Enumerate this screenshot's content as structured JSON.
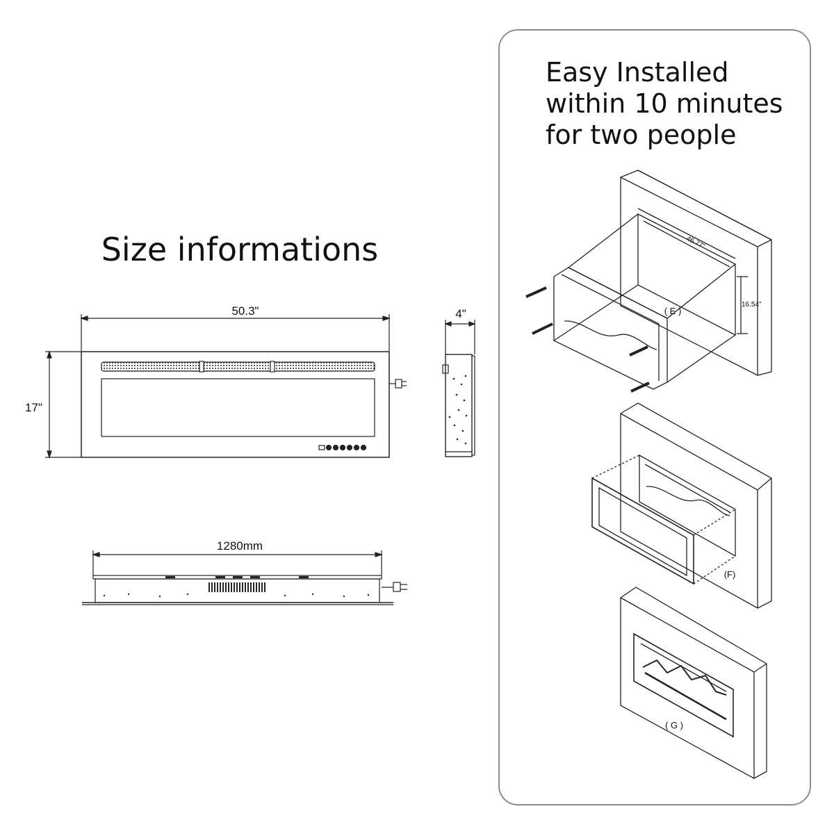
{
  "left": {
    "title": "Size informations",
    "front_view": {
      "width_label": "50.3\"",
      "height_label": "17\""
    },
    "side_view": {
      "depth_label": "4\""
    },
    "top_view": {
      "width_label": "1280mm"
    }
  },
  "right_panel": {
    "lines": [
      "Easy Installed",
      "within 10 minutes",
      "for two people"
    ],
    "step_e": {
      "label": "( E )",
      "opening_width": "46.77\"",
      "opening_height": "16.54\""
    },
    "step_f": {
      "label": "(F)"
    },
    "step_g": {
      "label": "( G )"
    }
  }
}
